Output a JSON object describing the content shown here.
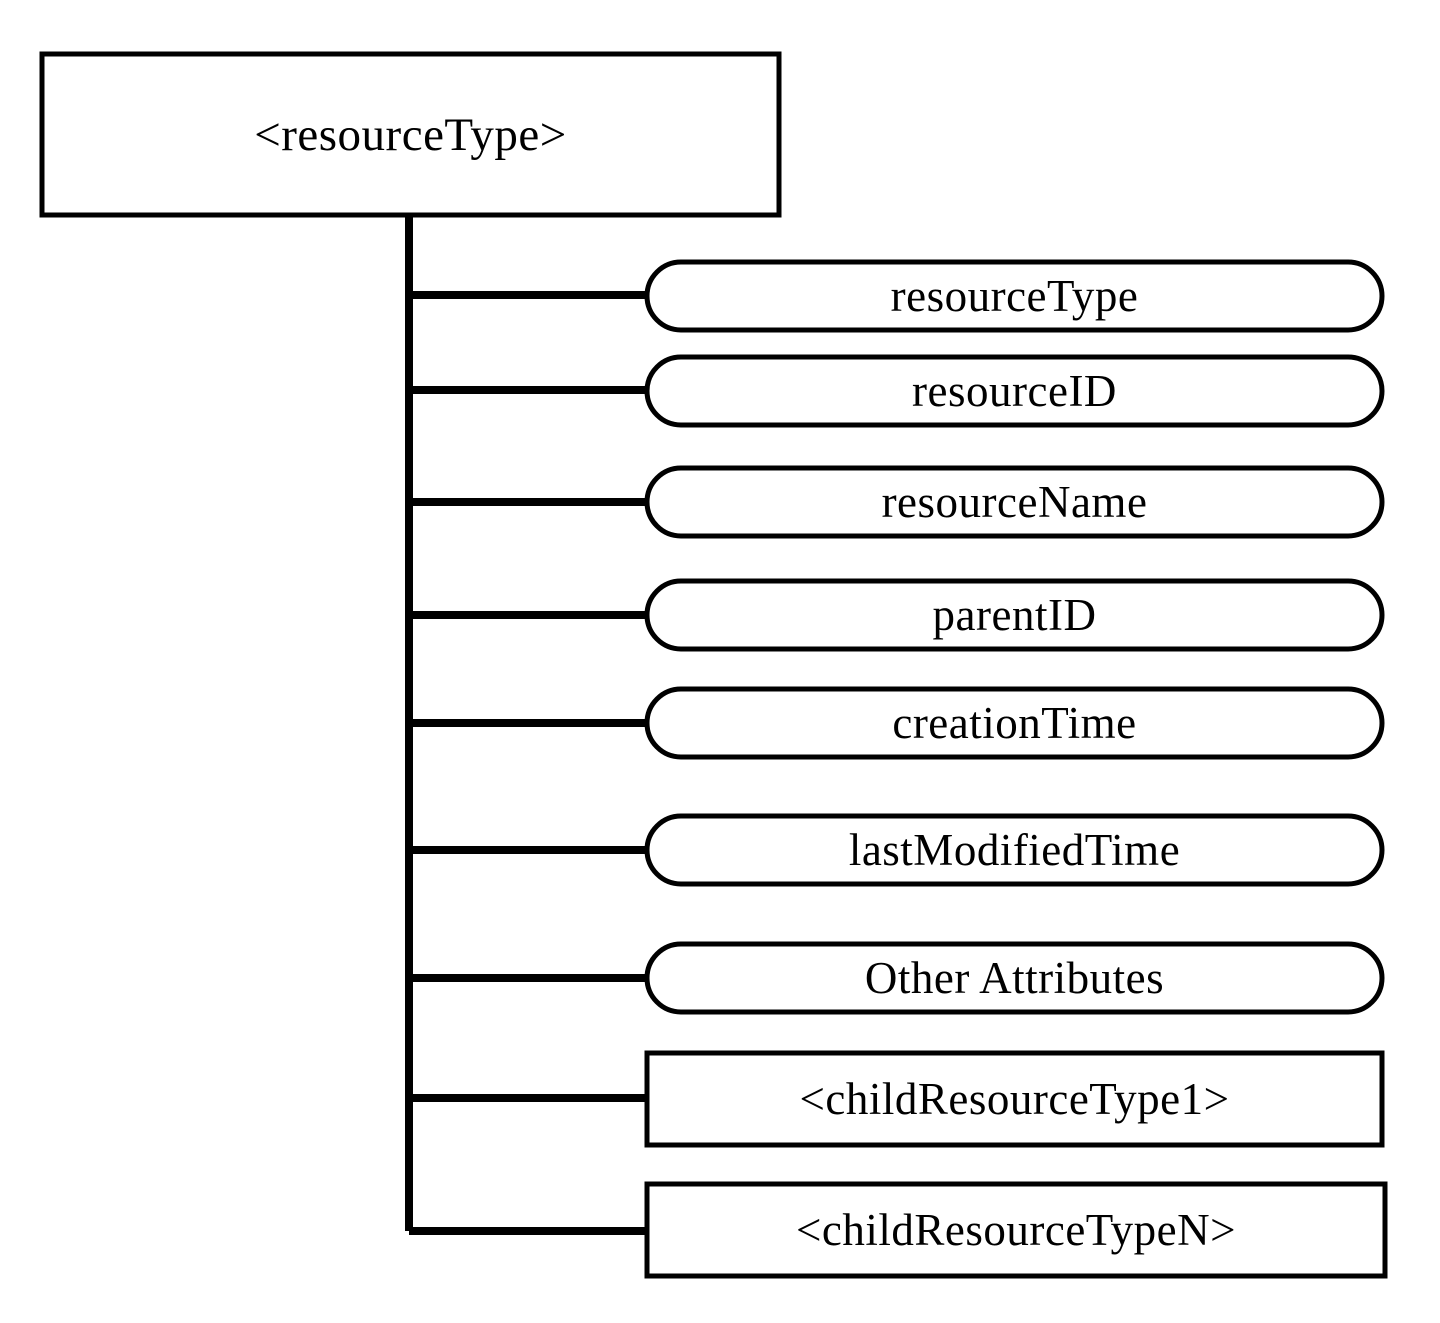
{
  "diagram": {
    "title_node": {
      "label": "<resourceType>",
      "shape": "rectangle"
    },
    "trunk": {
      "name": "vertical-connector-trunk",
      "color": "#000000"
    },
    "attributes": [
      {
        "label": "resourceType",
        "shape": "rounded"
      },
      {
        "label": "resourceID",
        "shape": "rounded"
      },
      {
        "label": "resourceName",
        "shape": "rounded"
      },
      {
        "label": "parentID",
        "shape": "rounded"
      },
      {
        "label": "creationTime",
        "shape": "rounded"
      },
      {
        "label": "lastModifiedTime",
        "shape": "rounded"
      },
      {
        "label": "Other Attributes",
        "shape": "rounded"
      }
    ],
    "children": [
      {
        "label": "<childResourceType1>",
        "shape": "rectangle"
      },
      {
        "label": "<childResourceTypeN>",
        "shape": "rectangle"
      }
    ],
    "stroke_color": "#000000",
    "fill_color": "#ffffff"
  }
}
